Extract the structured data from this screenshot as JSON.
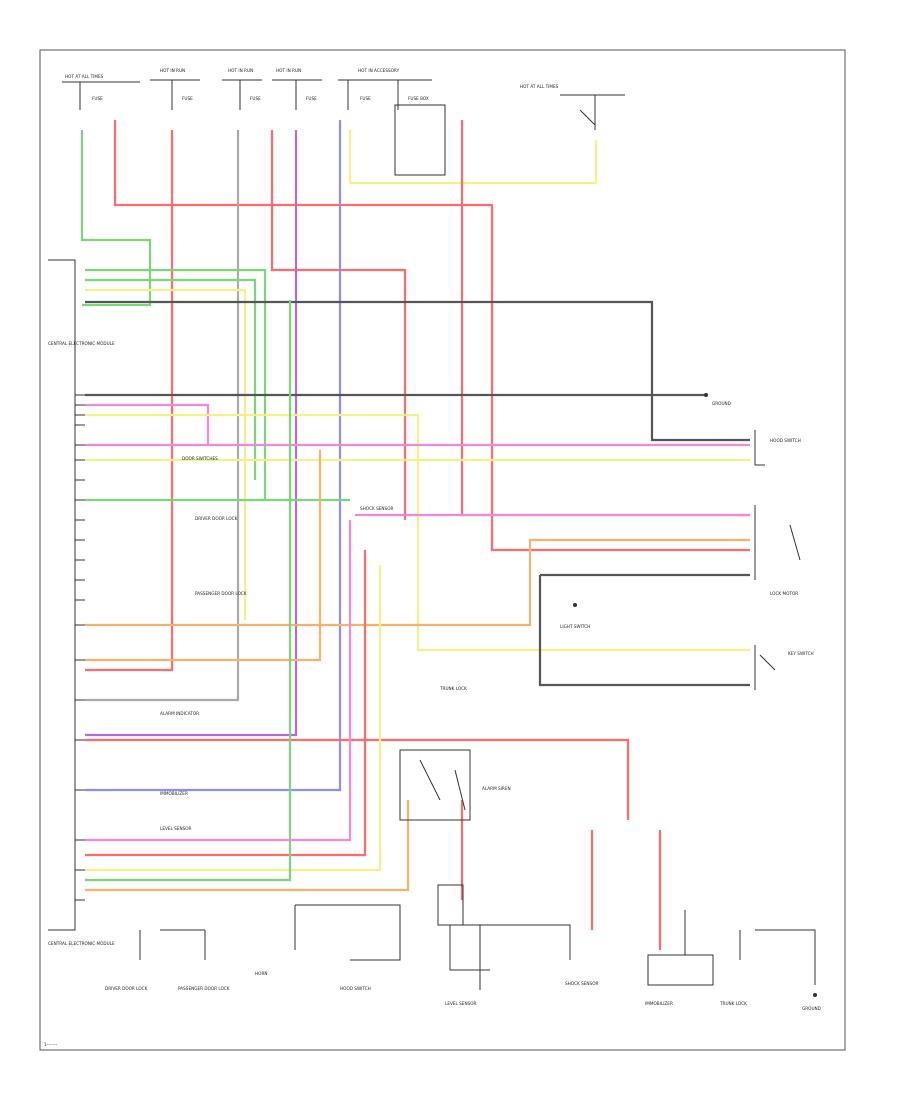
{
  "diagram": {
    "colors": {
      "red": "#ff6b6b",
      "green": "#7bd67b",
      "yellow": "#f4f08a",
      "blue": "#8e8ef0",
      "violet": "#b36bd6",
      "gray": "#777777",
      "darkgray": "#555555",
      "pink": "#f08ad6",
      "orange": "#f4b36b"
    },
    "footer_code": "1-------",
    "labels": {
      "top_group_1": "HOT AT ALL TIMES",
      "top_group_2": "HOT IN RUN",
      "top_group_3": "HOT IN RUN",
      "top_group_4": "HOT IN RUN",
      "top_group_5": "HOT IN ACCESSORY",
      "top_group_6": "HOT AT ALL TIMES",
      "fuse_text": "FUSE",
      "relay_text": "FUSE BOX",
      "cem_top": "CENTRAL ELECTRONIC MODULE",
      "cem_bottom": "CENTRAL ELECTRONIC MODULE",
      "door_switches": "DOOR SWITCHES",
      "alarm_module": "ALARM SIREN",
      "hood_switch": "HOOD SWITCH",
      "trunk_lock": "TRUNK LOCK",
      "lock_motor": "LOCK MOTOR",
      "immobilizer": "IMMOBILIZER",
      "key_switch": "KEY SWITCH",
      "horn": "HORN",
      "ground": "GROUND",
      "alarm_indicator": "ALARM INDICATOR",
      "driver_door_lock": "DRIVER DOOR LOCK",
      "passenger_door_lock": "PASSENGER DOOR LOCK",
      "level_sensor": "LEVEL SENSOR",
      "shock_sensor": "SHOCK SENSOR",
      "light_switch": "LIGHT SWITCH"
    }
  }
}
